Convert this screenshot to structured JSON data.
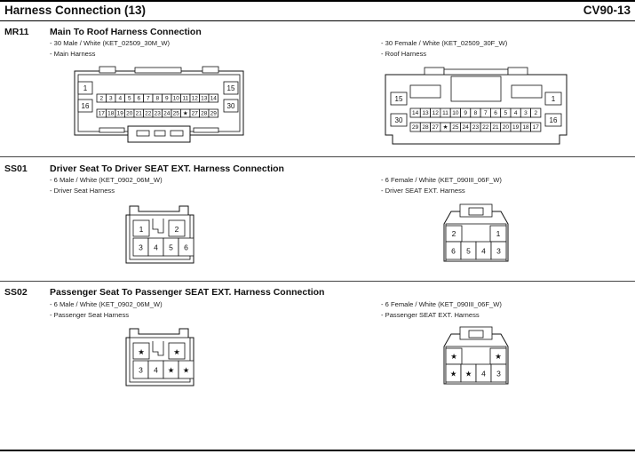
{
  "header": {
    "title": "Harness Connection (13)",
    "code": "CV90-13"
  },
  "sections": [
    {
      "code": "MR11",
      "title": "Main To Roof Harness Connection",
      "left": {
        "spec": "- 30 Male / White (KET_02509_30M_W)",
        "harness": "- Main Harness"
      },
      "right": {
        "spec": "- 30 Female / White (KET_02509_30F_W)",
        "harness": "- Roof Harness"
      }
    },
    {
      "code": "SS01",
      "title": "Driver Seat To Driver SEAT EXT. Harness Connection",
      "left": {
        "spec": "- 6 Male / White (KET_0902_06M_W)",
        "harness": "- Driver Seat Harness"
      },
      "right": {
        "spec": "- 6 Female / White (KET_090III_06F_W)",
        "harness": "- Driver SEAT EXT. Harness"
      }
    },
    {
      "code": "SS02",
      "title": "Passenger Seat To Passenger SEAT EXT. Harness Connection",
      "left": {
        "spec": "- 6 Male / White (KET_0902_06M_W)",
        "harness": "- Passenger Seat Harness"
      },
      "right": {
        "spec": "- 6 Female / White (KET_090III_06F_W)",
        "harness": "- Passenger SEAT EXT. Harness"
      }
    }
  ],
  "connectors": {
    "mr11_male": {
      "corner_pins": [
        "1",
        "15",
        "16",
        "30"
      ],
      "top_row": [
        "2",
        "3",
        "4",
        "5",
        "6",
        "7",
        "8",
        "9",
        "10",
        "11",
        "12",
        "13",
        "14"
      ],
      "bottom_row": [
        "17",
        "18",
        "19",
        "20",
        "21",
        "22",
        "23",
        "24",
        "25",
        "★",
        "27",
        "28",
        "29"
      ]
    },
    "mr11_female": {
      "corner_pins": [
        "15",
        "1",
        "30",
        "16"
      ],
      "top_row": [
        "14",
        "13",
        "12",
        "11",
        "10",
        "9",
        "8",
        "7",
        "6",
        "5",
        "4",
        "3",
        "2"
      ],
      "bottom_row": [
        "29",
        "28",
        "27",
        "★",
        "25",
        "24",
        "23",
        "22",
        "21",
        "20",
        "19",
        "18",
        "17"
      ]
    },
    "ss01_male": {
      "top_row": [
        "1",
        "",
        "",
        "2"
      ],
      "bottom_row": [
        "3",
        "4",
        "5",
        "6"
      ]
    },
    "ss01_female": {
      "top_row": [
        "2",
        "",
        "",
        "1"
      ],
      "bottom_row": [
        "6",
        "5",
        "4",
        "3"
      ]
    },
    "ss02_male": {
      "top_row": [
        "★",
        "",
        "",
        "★"
      ],
      "bottom_row": [
        "3",
        "4",
        "★",
        "★"
      ]
    },
    "ss02_female": {
      "top_row": [
        "★",
        "",
        "",
        "★"
      ],
      "bottom_row": [
        "★",
        "★",
        "4",
        "3"
      ]
    }
  }
}
